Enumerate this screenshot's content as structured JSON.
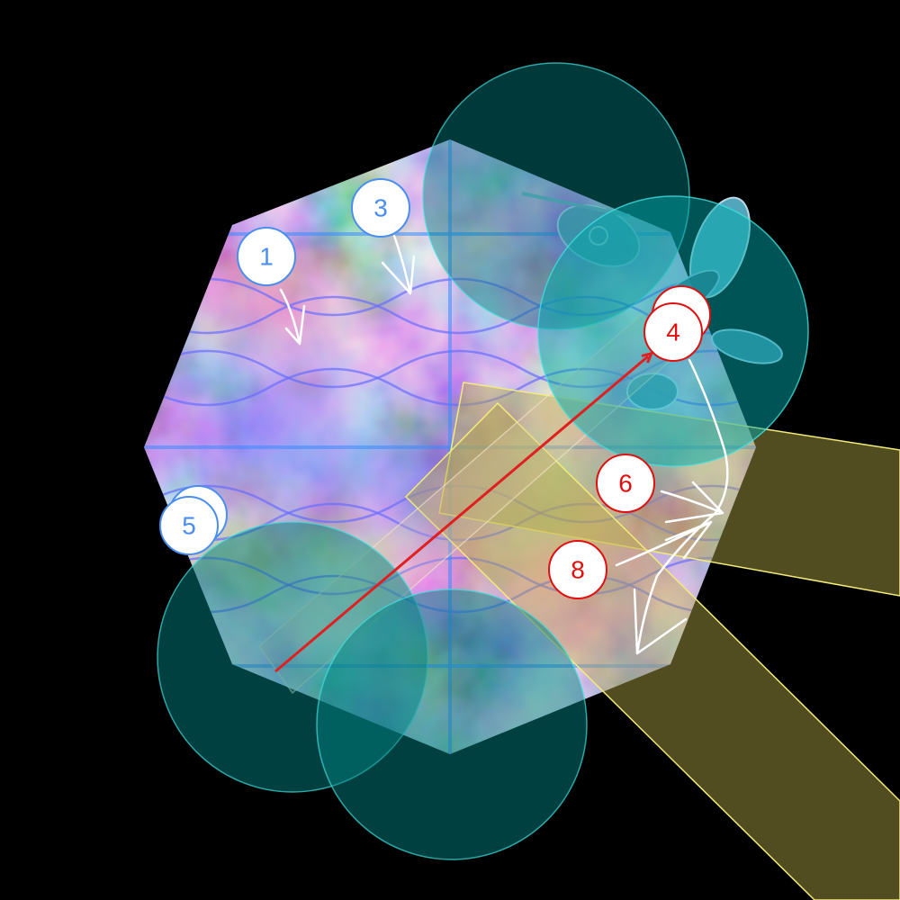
{
  "scene": {
    "background_color": "#000000",
    "map_art": "octagonal-nebula-battle-map",
    "creature_art": "moth-dragonfly-creature"
  },
  "colors": {
    "aura_fill": "#007f80",
    "aura_stroke": "#40e0e0",
    "cone_fill": "#b5a84a",
    "cone_stroke": "#f2eb7a",
    "ally_fill": "#ffffff",
    "ally_stroke": "#4a8ef0",
    "ally_text": "#4a8ef0",
    "enemy_fill": "#ffffff",
    "enemy_stroke": "#e01010",
    "enemy_text": "#e01010",
    "arrow_color": "#e02020",
    "drawing_color": "#ffffff"
  },
  "tokens": {
    "ally": [
      {
        "id": "token-1",
        "label": "1"
      },
      {
        "id": "token-3",
        "label": "3"
      },
      {
        "id": "token-5",
        "label": "5"
      }
    ],
    "enemy": [
      {
        "id": "token-4",
        "label": "4"
      },
      {
        "id": "token-6",
        "label": "6"
      },
      {
        "id": "token-8",
        "label": "8"
      }
    ]
  }
}
